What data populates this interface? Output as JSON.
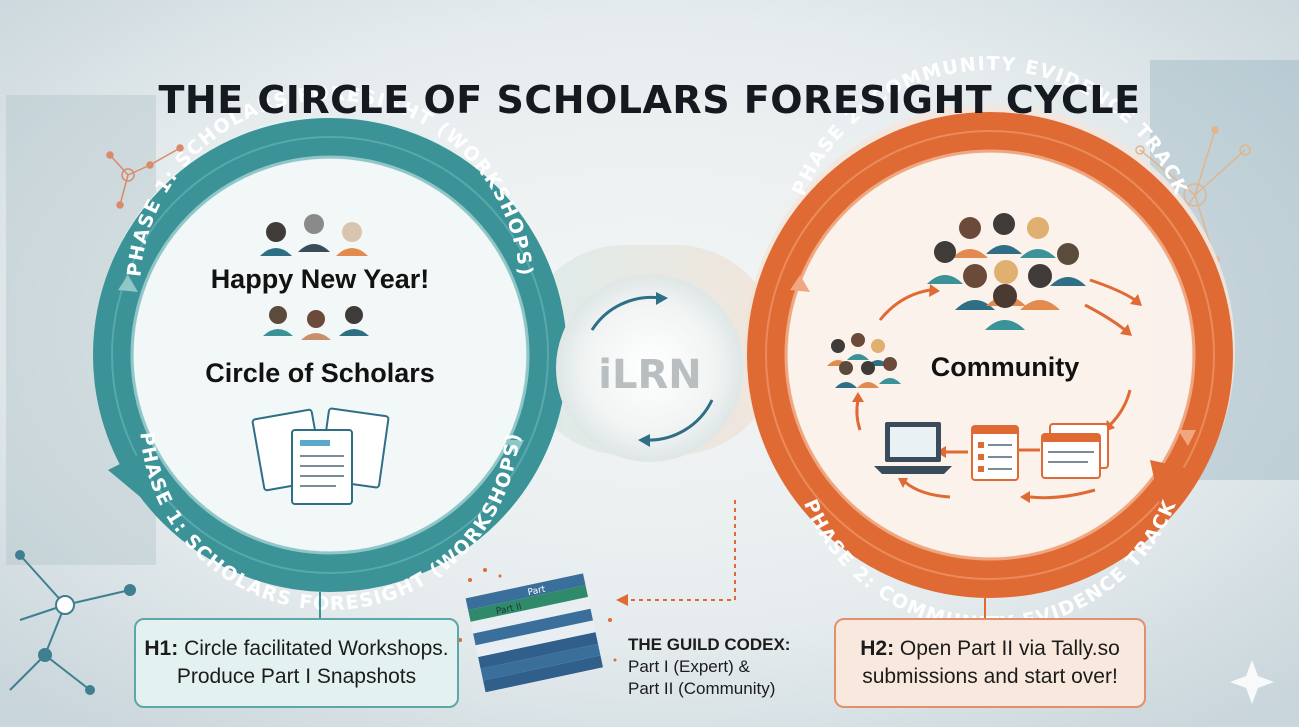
{
  "title": "THE CIRCLE OF SCHOLARS FORESIGHT CYCLE",
  "center_logo": "iLRN",
  "phase1": {
    "arc_label": "PHASE 1: SCHOLARS FORESIGHT (WORKSHOPS)",
    "greeting": "Happy New Year!",
    "group_name": "Circle of Scholars",
    "color": "#3b9297"
  },
  "phase2": {
    "arc_label": "PHASE 2: COMMUNITY EVIDENCE TRACK",
    "group_name": "Community",
    "color": "#e06a34"
  },
  "h1": {
    "label": "H1:",
    "text_line1": "Circle facilitated Workshops.",
    "text_line2": "Produce Part I Snapshots"
  },
  "h2": {
    "label": "H2:",
    "text_line1": "Open Part II via Tally.so",
    "text_line2": "submissions and start over!"
  },
  "codex": {
    "heading": "THE GUILD CODEX:",
    "line1": "Part I (Expert) &",
    "line2": "Part II (Community)",
    "cover_label_1": "Part",
    "cover_label_2": "Part II"
  }
}
